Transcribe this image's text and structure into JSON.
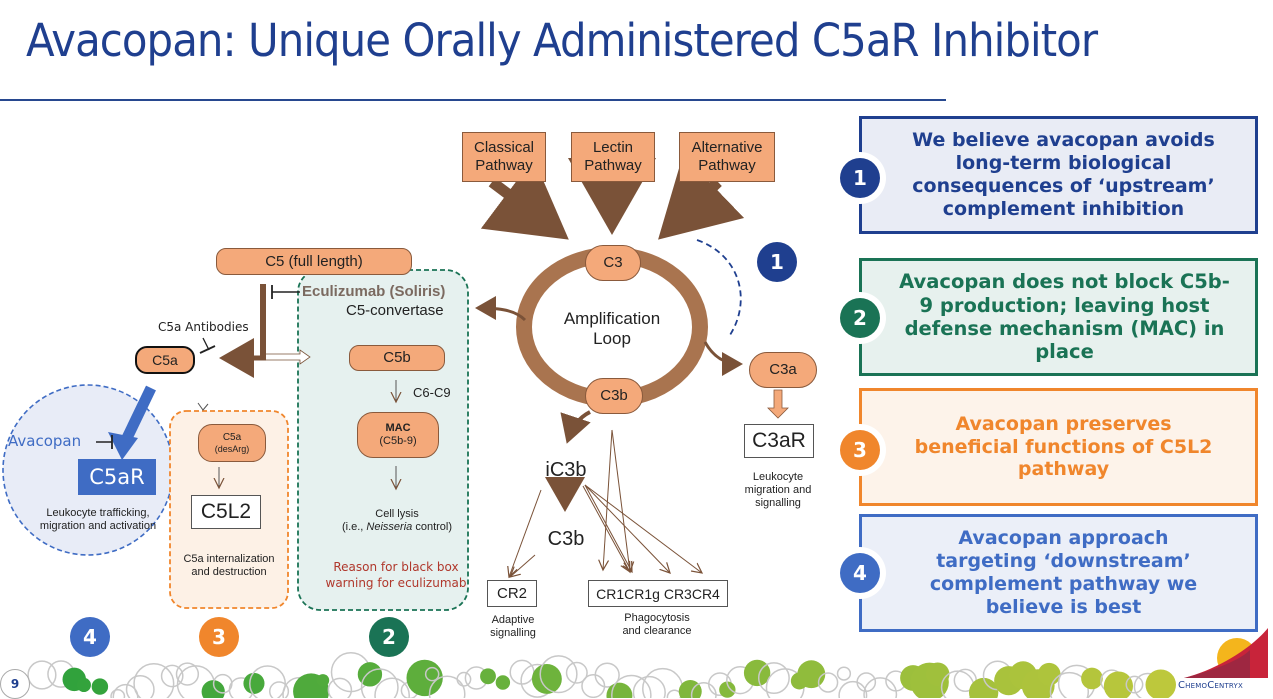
{
  "title": "Avacopan: Unique Orally Administered C5aR Inhibitor",
  "slide_number": "9",
  "logo_text": "ChemoCentryx",
  "colors": {
    "title_blue": "#1f3f8f",
    "badge1": "#1f3f8f",
    "badge2": "#1a7355",
    "badge3": "#f0862c",
    "badge4": "#3f6cc4",
    "node_fill": "#f4a97a",
    "arrow_brown": "#7a5238"
  },
  "diagram": {
    "pathways": [
      {
        "label": "Classical\nPathway"
      },
      {
        "label": "Lectin\nPathway"
      },
      {
        "label": "Alternative\nPathway"
      }
    ],
    "c3": "C3",
    "amplification_loop": "Amplification\nLoop",
    "c3b_node": "C3b",
    "c3a": "C3a",
    "c3ar": "C3aR",
    "c3ar_caption": "Leukocyte\nmigration and\nsignalling",
    "ic3b": "iC3b",
    "c3b_lower": "C3b",
    "cr2": "CR2",
    "cr2_caption": "Adaptive\nsignalling",
    "cr_group": "CR1CR1g CR3CR4",
    "cr_group_caption": "Phagocytosis\nand clearance",
    "c5_full": "C5 (full length)",
    "eculizumab": "Eculizumab (Soliris)",
    "c5_convertase": "C5-convertase",
    "c5a_antibodies": "C5a Antibodies",
    "c5a": "C5a",
    "c5b": "C5b",
    "c6_c9": "C6-C9",
    "mac_title": "MAC",
    "mac_sub": "(C5b-9)",
    "cell_lysis_line1": "Cell lysis",
    "cell_lysis_line2_prefix": "(i.e., ",
    "cell_lysis_line2_italic": "Neisseria",
    "cell_lysis_line2_suffix": " control)",
    "black_box_warning": "Reason for black box\nwarning for eculizumab",
    "avacopan": "Avacopan",
    "c5ar": "C5aR",
    "c5ar_caption": "Leukocyte trafficking,\nmigration and activation",
    "c5a_desarg_title": "C5a",
    "c5a_desarg_sub": "(desArg)",
    "c5l2": "C5L2",
    "c5l2_caption": "C5a internalization\nand destruction",
    "badges": {
      "b1": "1",
      "b2": "2",
      "b3": "3",
      "b4": "4"
    }
  },
  "callouts": [
    {
      "number": "1",
      "text": "We believe avacopan avoids long-term biological consequences of ‘upstream’ complement inhibition"
    },
    {
      "number": "2",
      "text": "Avacopan does not block C5b-9 production; leaving host defense mechanism (MAC) in place"
    },
    {
      "number": "3",
      "text": "Avacopan preserves beneficial functions of  C5L2 pathway"
    },
    {
      "number": "4",
      "text": "Avacopan approach targeting ‘downstream’ complement pathway we believe is best"
    }
  ]
}
